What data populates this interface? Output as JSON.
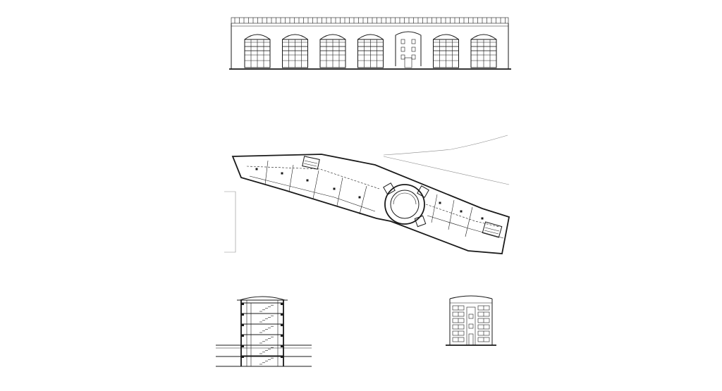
{
  "sheet": {
    "background": "#ffffff",
    "line_color": "#1a1a1a",
    "drawings": [
      {
        "id": "front-elevation",
        "kind": "elevation",
        "bays": 7,
        "entrance_bay": 5
      },
      {
        "id": "floor-plan",
        "kind": "plan",
        "central_element": "circular atrium"
      },
      {
        "id": "cross-section",
        "kind": "section",
        "floors": 6
      },
      {
        "id": "end-elevation",
        "kind": "elevation"
      }
    ]
  }
}
